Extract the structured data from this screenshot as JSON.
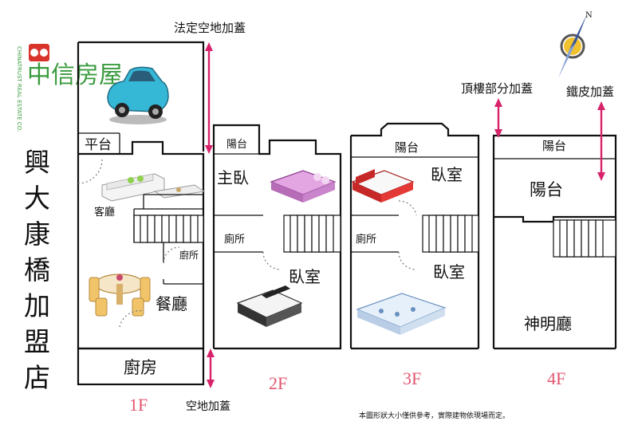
{
  "brand": {
    "logo_name": "中信房屋",
    "logo_sub": "CHINATRUST REAL ESTATE CO.",
    "store_name": [
      "興",
      "大",
      "康",
      "橋",
      "加",
      "盟",
      "店"
    ]
  },
  "annotations": {
    "legal_extension": "法定空地加蓋",
    "roof_partial": "頂樓部分加蓋",
    "iron_sheet": "鐵皮加蓋",
    "open_space": "空地加蓋",
    "disclaimer": "本圖形狀大小僅供參考，實際建物依現場而定。"
  },
  "floors": {
    "f1": {
      "label": "1F",
      "platform": "平台",
      "living": "客廳",
      "kitchen_small": "廚所",
      "dining": "餐廳",
      "kitchen": "廚房"
    },
    "f2": {
      "label": "2F",
      "balcony": "陽台",
      "master": "主臥",
      "toilet": "廁所",
      "bedroom": "臥室"
    },
    "f3": {
      "label": "3F",
      "balcony": "陽台",
      "bedroom_top": "臥室",
      "toilet": "廁所",
      "bedroom_bottom": "臥室"
    },
    "f4": {
      "label": "4F",
      "balcony_top": "陽台",
      "balcony_main": "陽台",
      "shrine": "神明廳"
    }
  },
  "colors": {
    "accent": "#d8236a",
    "floor_label": "#e2566f",
    "brand": "#3a9b3e",
    "logo_red": "#d9342b"
  },
  "icons": [
    "compass-icon",
    "car-icon",
    "sofa-icon",
    "dining-table-icon",
    "bed-icon"
  ]
}
